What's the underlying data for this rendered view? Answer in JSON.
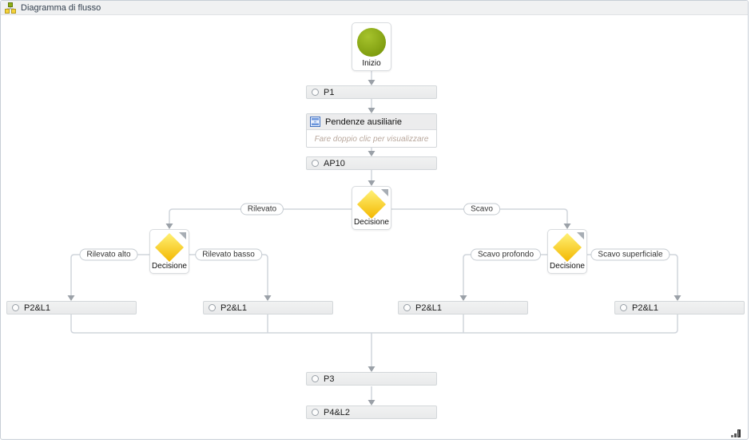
{
  "window": {
    "title": "Diagramma di flusso"
  },
  "colors": {
    "start_green": "#86a912",
    "decision_yellow_top": "#fff176",
    "decision_yellow_bottom": "#f3b800",
    "line_gray": "#d0d5dc",
    "arrow_gray": "#9ba1a8",
    "box_fill": "#eeeeef",
    "hint_text": "#b9a89d"
  },
  "nodes": {
    "start": {
      "label": "Inizio"
    },
    "p1": {
      "label": "P1"
    },
    "subprocess": {
      "label": "Pendenze ausiliarie",
      "hint": "Fare doppio clic per visualizzare"
    },
    "ap10": {
      "label": "AP10"
    },
    "decision_main": {
      "label": "Decisione"
    },
    "decision_left": {
      "label": "Decisione"
    },
    "decision_right": {
      "label": "Decisione"
    },
    "p2l1_boxes": [
      {
        "label": "P2&L1"
      },
      {
        "label": "P2&L1"
      },
      {
        "label": "P2&L1"
      },
      {
        "label": "P2&L1"
      }
    ],
    "p3": {
      "label": "P3"
    },
    "p4l2": {
      "label": "P4&L2"
    }
  },
  "edge_labels": {
    "rilevato": "Rilevato",
    "scavo": "Scavo",
    "rilevato_alto": "Rilevato alto",
    "rilevato_basso": "Rilevato basso",
    "scavo_profondo": "Scavo profondo",
    "scavo_superficiale": "Scavo superficiale"
  }
}
